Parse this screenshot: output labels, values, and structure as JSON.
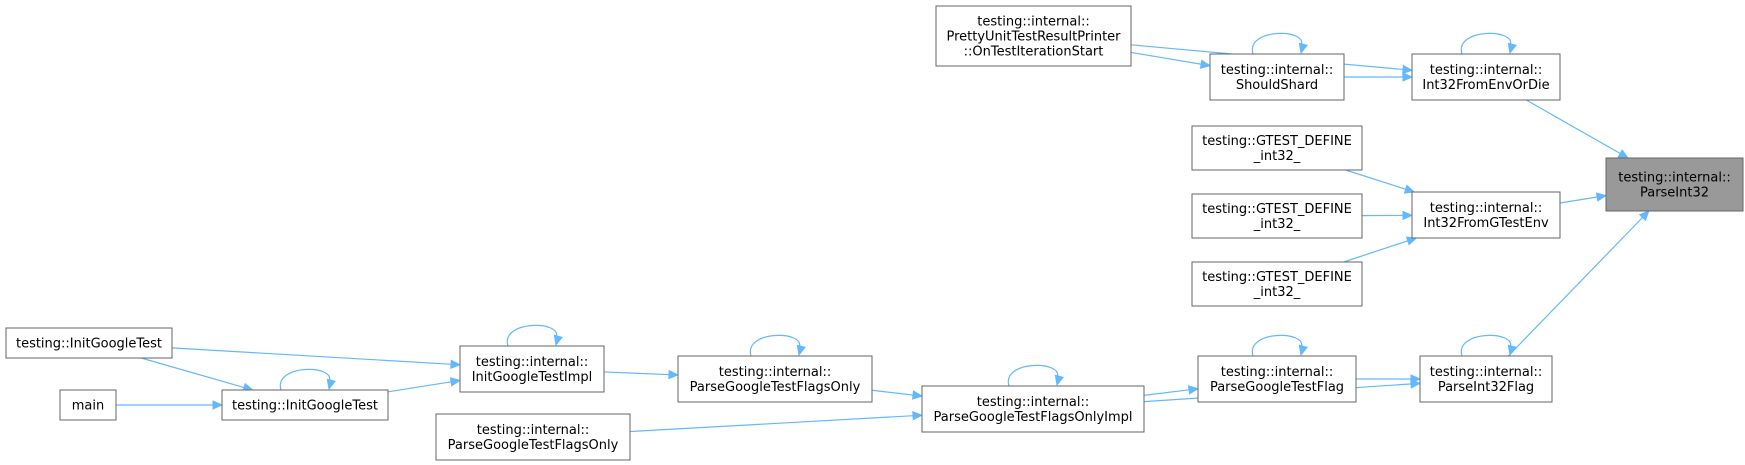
{
  "graph": {
    "nodes": {
      "parseint32": [
        "testing::internal::",
        "ParseInt32"
      ],
      "int32fromenvordie": [
        "testing::internal::",
        "Int32FromEnvOrDie"
      ],
      "prettyprinter": [
        "testing::internal::",
        "PrettyUnitTestResultPrinter",
        "::OnTestIterationStart"
      ],
      "shouldshard": [
        "testing::internal::",
        "ShouldShard"
      ],
      "int32fromgtestenv": [
        "testing::internal::",
        "Int32FromGTestEnv"
      ],
      "gtestdefine1": [
        "testing::GTEST_DEFINE",
        "_int32_"
      ],
      "gtestdefine2": [
        "testing::GTEST_DEFINE",
        "_int32_"
      ],
      "gtestdefine3": [
        "testing::GTEST_DEFINE",
        "_int32_"
      ],
      "parseint32flag": [
        "testing::internal::",
        "ParseInt32Flag"
      ],
      "parsegoogletestflag": [
        "testing::internal::",
        "ParseGoogleTestFlag"
      ],
      "parseflagsonlyimpl": [
        "testing::internal::",
        "ParseGoogleTestFlagsOnlyImpl"
      ],
      "parseflagsonly1": [
        "testing::internal::",
        "ParseGoogleTestFlagsOnly"
      ],
      "parseflagsonly2": [
        "testing::internal::",
        "ParseGoogleTestFlagsOnly"
      ],
      "initgoogletestimpl": [
        "testing::internal::",
        "InitGoogleTestImpl"
      ],
      "initgoogletest1": [
        "testing::InitGoogleTest"
      ],
      "initgoogletest2": [
        "testing::InitGoogleTest"
      ],
      "main": [
        "main"
      ]
    },
    "edges": [
      [
        "int32fromenvordie",
        "parseint32"
      ],
      [
        "int32fromgtestenv",
        "parseint32"
      ],
      [
        "parseint32flag",
        "parseint32"
      ],
      [
        "prettyprinter",
        "int32fromenvordie"
      ],
      [
        "shouldshard",
        "int32fromenvordie"
      ],
      [
        "int32fromenvordie",
        "int32fromenvordie"
      ],
      [
        "prettyprinter",
        "shouldshard"
      ],
      [
        "shouldshard",
        "shouldshard"
      ],
      [
        "gtestdefine1",
        "int32fromgtestenv"
      ],
      [
        "gtestdefine2",
        "int32fromgtestenv"
      ],
      [
        "gtestdefine3",
        "int32fromgtestenv"
      ],
      [
        "parsegoogletestflag",
        "parseint32flag"
      ],
      [
        "parseflagsonlyimpl",
        "parseint32flag"
      ],
      [
        "parseint32flag",
        "parseint32flag"
      ],
      [
        "parseflagsonlyimpl",
        "parsegoogletestflag"
      ],
      [
        "parsegoogletestflag",
        "parsegoogletestflag"
      ],
      [
        "parseflagsonly1",
        "parseflagsonlyimpl"
      ],
      [
        "parseflagsonly2",
        "parseflagsonlyimpl"
      ],
      [
        "parseflagsonlyimpl",
        "parseflagsonlyimpl"
      ],
      [
        "initgoogletestimpl",
        "parseflagsonly1"
      ],
      [
        "parseflagsonly1",
        "parseflagsonly1"
      ],
      [
        "initgoogletest1",
        "initgoogletestimpl"
      ],
      [
        "initgoogletest2",
        "initgoogletestimpl"
      ],
      [
        "initgoogletestimpl",
        "initgoogletestimpl"
      ],
      [
        "initgoogletest1",
        "initgoogletest2"
      ],
      [
        "main",
        "initgoogletest2"
      ],
      [
        "initgoogletest2",
        "initgoogletest2"
      ]
    ]
  },
  "colors": {
    "edge": "#63b8ff",
    "node_border": "#666666",
    "root_fill": "#999999"
  }
}
